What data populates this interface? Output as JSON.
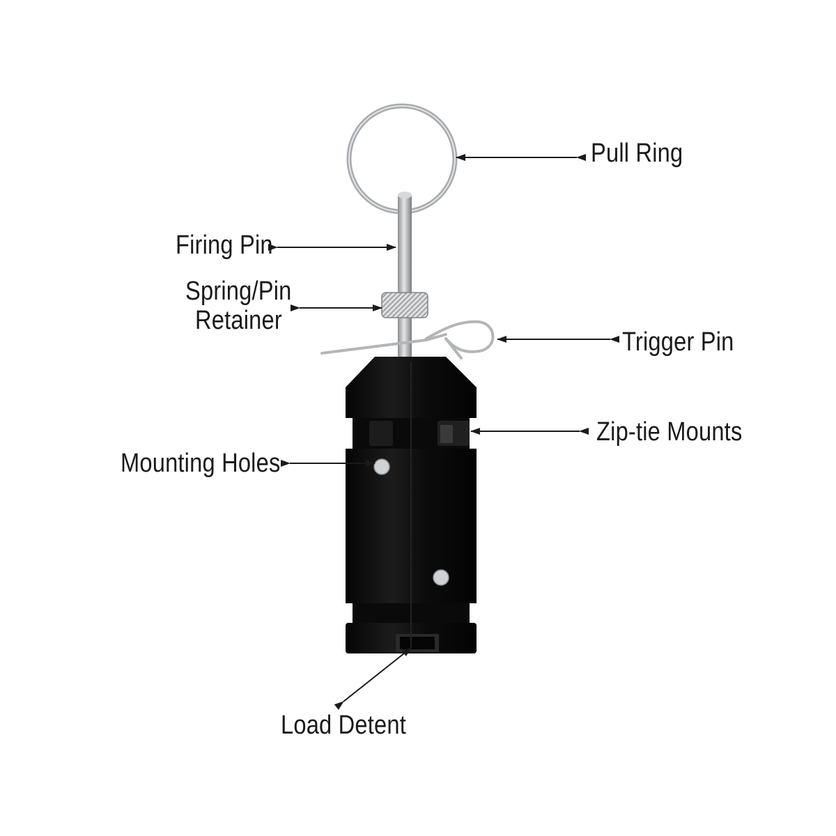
{
  "labels": {
    "pull_ring": "Pull Ring",
    "firing_pin": "Firing Pin",
    "spring_pin_line1": "Spring/Pin",
    "spring_pin_line2": "Retainer",
    "trigger_pin": "Trigger Pin",
    "zip_tie_mounts": "Zip-tie Mounts",
    "mounting_holes": "Mounting Holes",
    "load_detent": "Load Detent"
  },
  "colors": {
    "background": "#ffffff",
    "body": "#121212",
    "metal": "#b9bcbf",
    "arrow": "#1a1a1a"
  }
}
